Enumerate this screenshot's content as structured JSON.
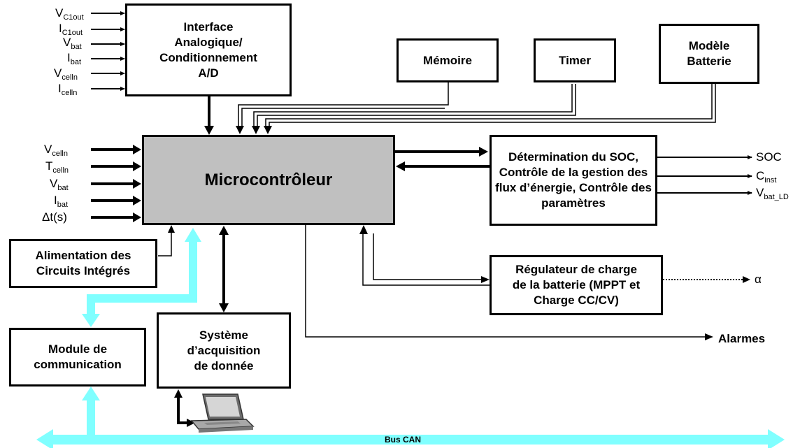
{
  "blocks": {
    "interface": "Interface\nAnalogique/\nConditionnement\nA/D",
    "memoire": "Mémoire",
    "timer": "Timer",
    "modele_batterie": "Modèle\nBatterie",
    "microcontroleur": "Microcontrôleur",
    "soc": "Détermination du SOC,\nContrôle de la gestion des\nflux d’énergie, Contrôle des\nparamètres",
    "alimentation": "Alimentation des\nCircuits Intégrés",
    "regulateur": "Régulateur de charge\nde la batterie (MPPT et\nCharge CC/CV)",
    "module_com": "Module de\ncommunication",
    "acquisition": "Système\nd’acquisition\nde donnée"
  },
  "interface_inputs": [
    {
      "main": "V",
      "sub": "C1out"
    },
    {
      "main": "I",
      "sub": "C1out"
    },
    {
      "main": "V",
      "sub": "bat"
    },
    {
      "main": "I",
      "sub": "bat"
    },
    {
      "main": "V",
      "sub": "celln"
    },
    {
      "main": "I",
      "sub": "celln"
    }
  ],
  "micro_inputs": [
    {
      "main": "V",
      "sub": "celln"
    },
    {
      "main": "T",
      "sub": "celln"
    },
    {
      "main": "V",
      "sub": "bat"
    },
    {
      "main": "I",
      "sub": "bat"
    },
    {
      "main": "Δt(s)",
      "sub": ""
    }
  ],
  "soc_outputs": [
    {
      "main": "SOC",
      "sub": ""
    },
    {
      "main": "C",
      "sub": "inst"
    },
    {
      "main": "V",
      "sub": "bat_LD"
    }
  ],
  "alpha": "α",
  "alarmes": "Alarmes",
  "bus": "Bus CAN",
  "colors": {
    "bus": "#80ffff",
    "micro": "#c0c0c0",
    "line": "#000000"
  }
}
